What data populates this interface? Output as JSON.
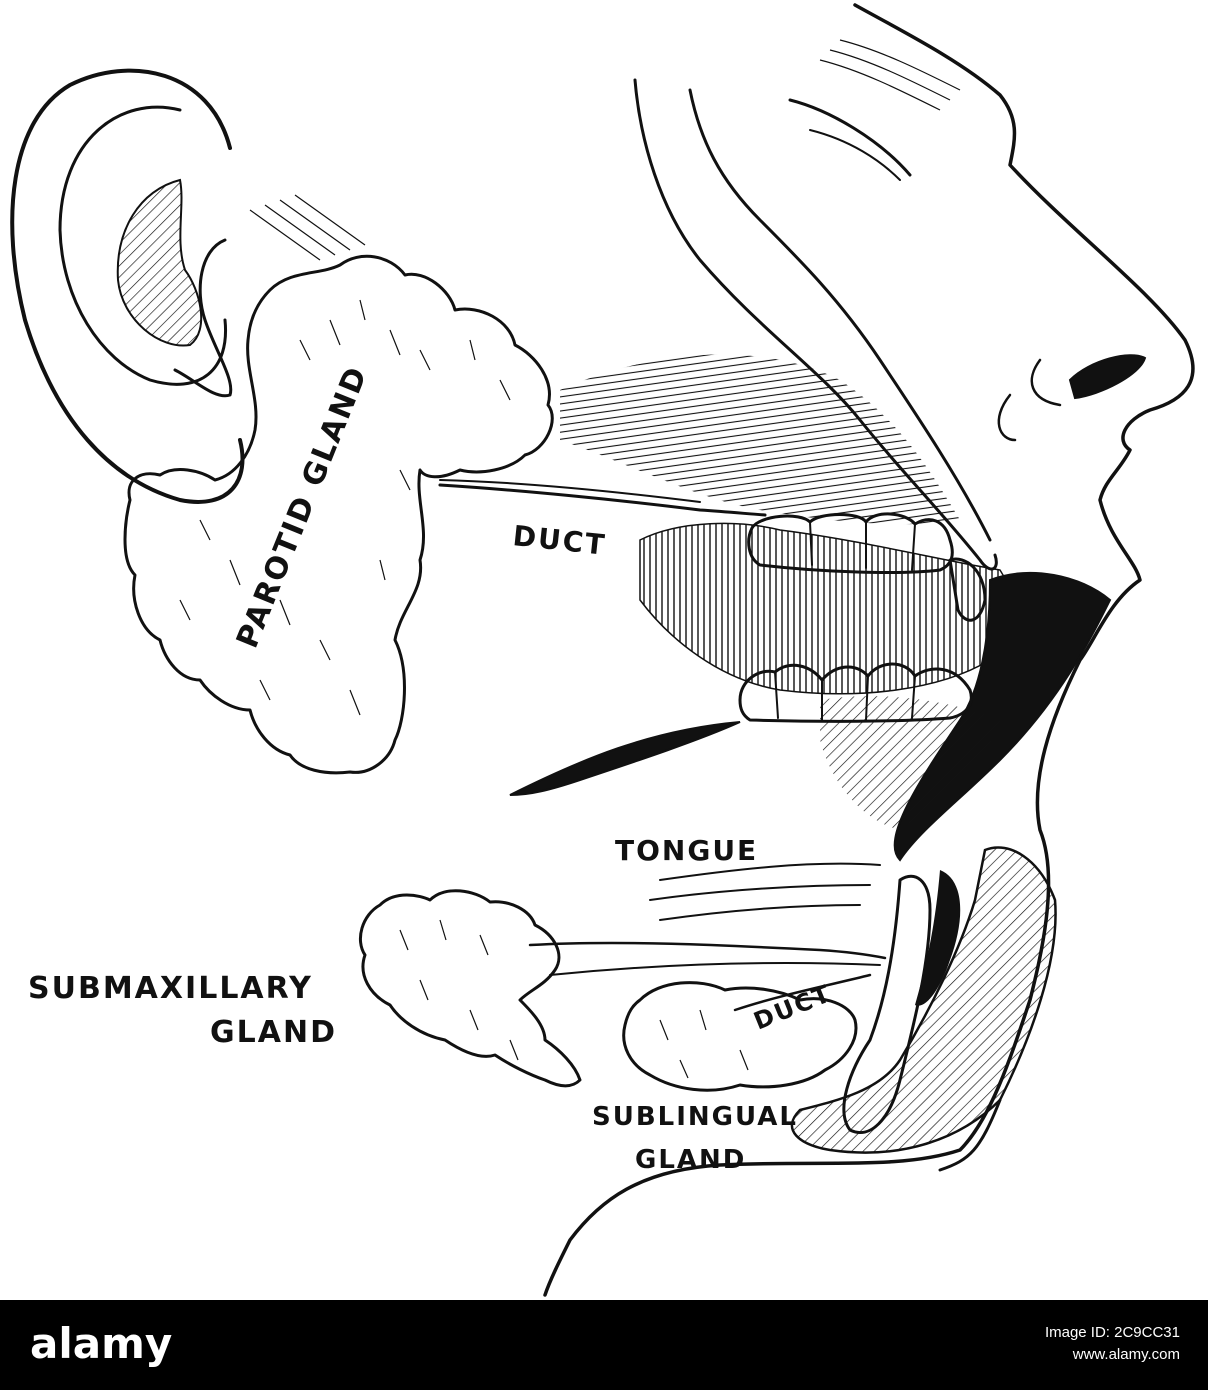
{
  "labels": {
    "parotid_gland": "PAROTID GLAND",
    "duct_upper": "DUCT",
    "tongue": "TONGUE",
    "submaxillary_line1": "SUBMAXILLARY",
    "submaxillary_line2": "GLAND",
    "duct_lower": "DUCT",
    "sublingual_line1": "SUBLINGUAL",
    "sublingual_line2": "GLAND"
  },
  "footer": {
    "brand": "alamy",
    "image_id_label": "Image ID: 2C9CC31",
    "site": "www.alamy.com"
  },
  "colors": {
    "ink": "#111111",
    "footer_bg": "#000000",
    "footer_text": "#ffffff"
  }
}
